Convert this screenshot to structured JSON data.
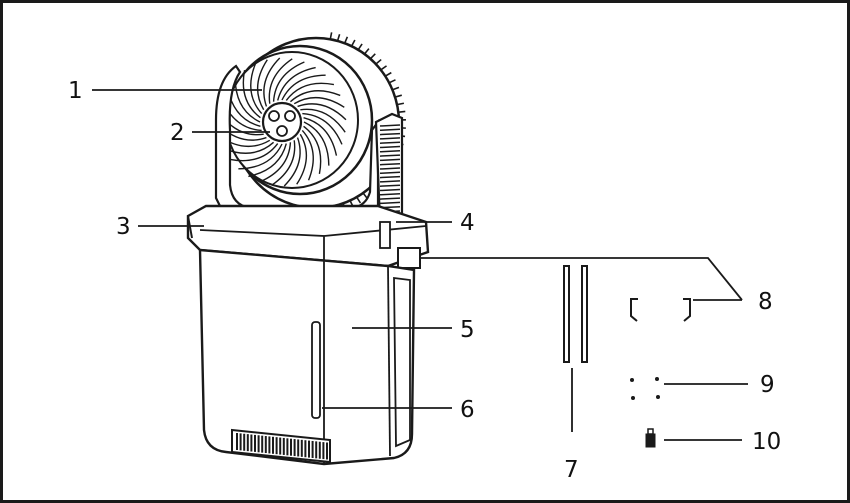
{
  "labels": {
    "l1": "1",
    "l2": "2",
    "l3": "3",
    "l4": "4",
    "l5": "5",
    "l6": "6",
    "l7": "7",
    "l8": "8",
    "l9": "9",
    "l10": "10"
  },
  "colors": {
    "stroke": "#1a1a1a",
    "fill_light": "#ffffff",
    "fill_grey": "#e9e9e9",
    "fill_dark": "#2a2a2a"
  },
  "icons": {
    "fan_head": "fan-head-icon",
    "water_tank": "water-tank-icon",
    "ice_pack": "ice-pack-icon"
  }
}
